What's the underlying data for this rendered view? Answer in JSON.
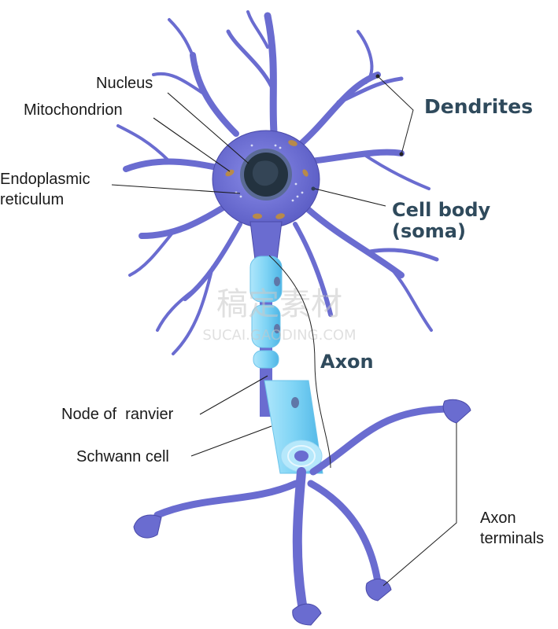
{
  "labels": {
    "nucleus": "Nucleus",
    "mitochondrion": "Mitochondrion",
    "endoplasmic_line1": "Endoplasmic",
    "endoplasmic_line2": "reticulum",
    "dendrites": "Dendrites",
    "cell_body_line1": "Cell body",
    "cell_body_line2": "(soma)",
    "axon": "Axon",
    "node_of_ranvier": "Node of  ranvier",
    "schwann_cell": "Schwann cell",
    "axon_terminals_line1": "Axon",
    "axon_terminals_line2": "terminals"
  },
  "watermark": {
    "cn": "稿定素材",
    "url": "SUCAI.GAODING.COM"
  },
  "colors": {
    "neuron": "#6a6cd0",
    "myelin": "#7fd4f5",
    "nucleus": "#23323f",
    "bold_label": "#2f4a5c"
  }
}
